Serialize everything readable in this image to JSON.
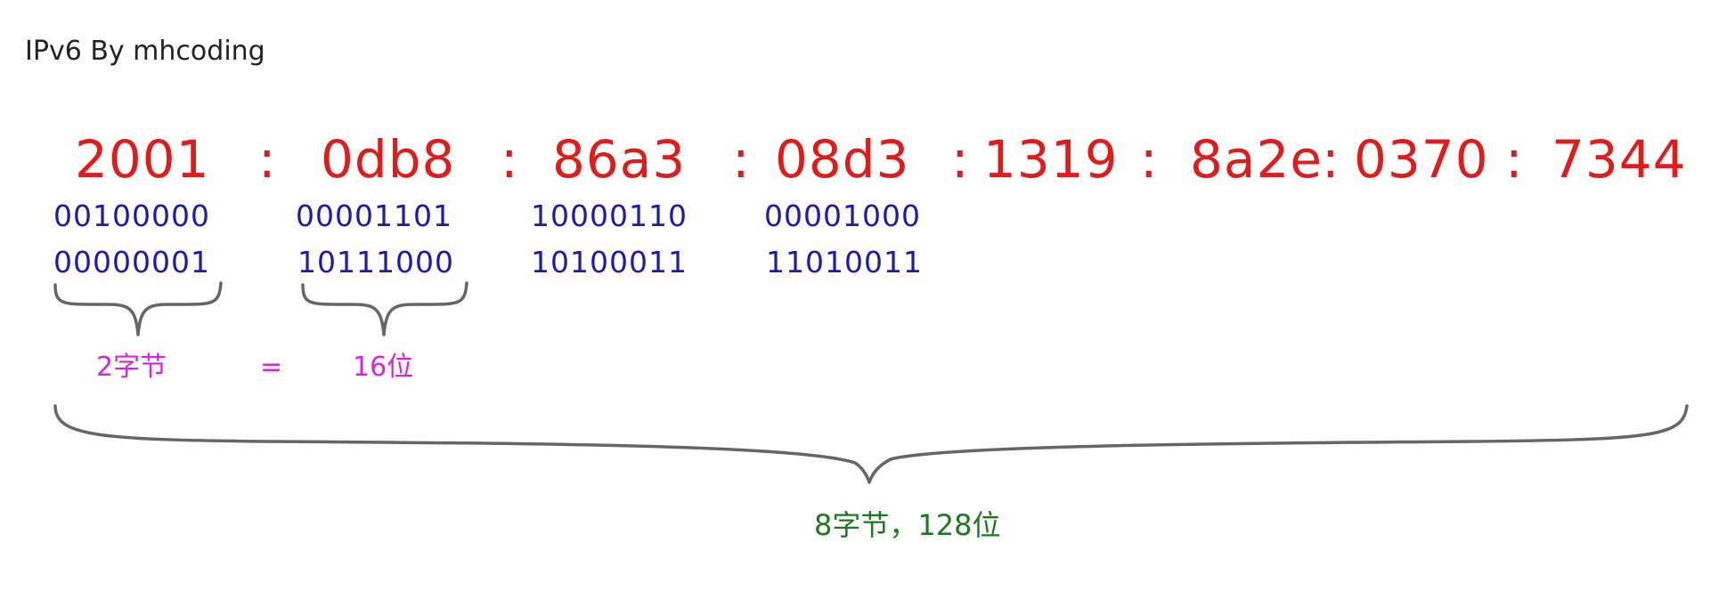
{
  "title": "IPv6 By mhcoding",
  "hex_groups": [
    "2001",
    "0db8",
    "86a3",
    "08d3",
    "1319",
    "8a2e",
    "0370",
    "7344"
  ],
  "separator": ":",
  "binary_groups": [
    {
      "high": "00100000",
      "low": "00000001"
    },
    {
      "high": "00001101",
      "low": "10111000"
    },
    {
      "high": "10000110",
      "low": "10100011"
    },
    {
      "high": "00001000",
      "low": "11010011"
    }
  ],
  "small_label": {
    "bytes": "2字节",
    "equals": "=",
    "bits": "16位"
  },
  "total_label": "8字节，128位",
  "colors": {
    "hex": "#e01b1b",
    "binary": "#1b1bb0",
    "small_label": "#e020e0",
    "total_label": "#1b7a1b",
    "brace": "#666666",
    "title": "#222222"
  }
}
